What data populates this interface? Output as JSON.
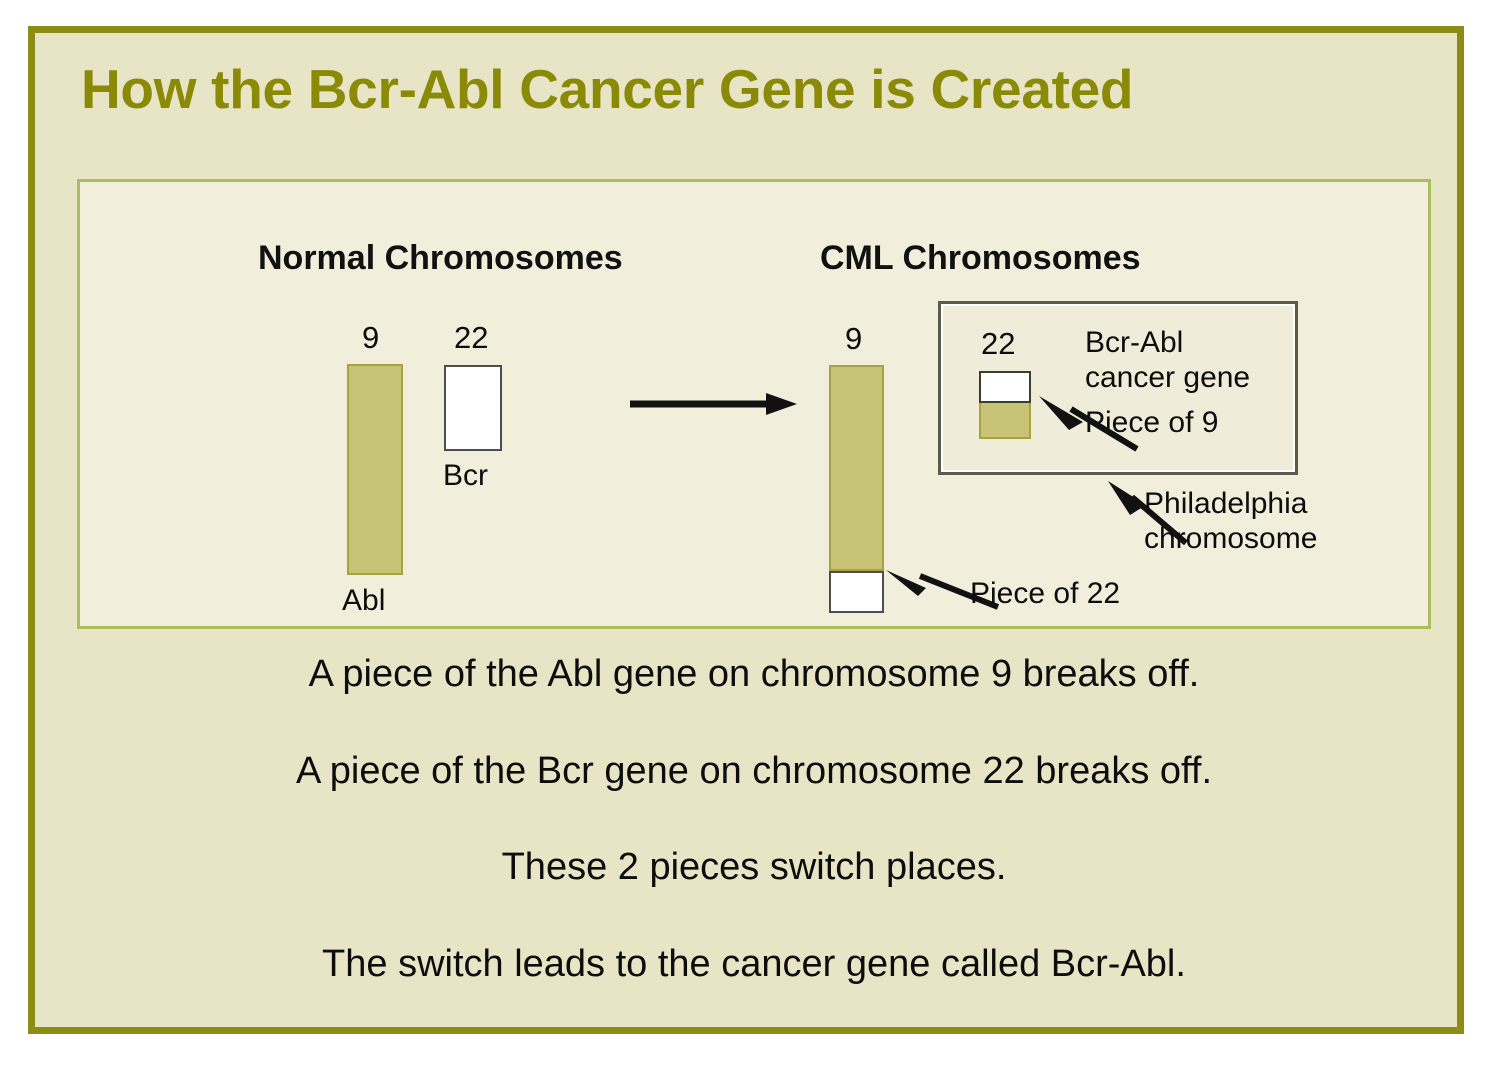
{
  "poster": {
    "title": "How the Bcr-Abl Cancer Gene is Created",
    "title_color": "#8a8a06",
    "background_color": "#e8e5c6",
    "border_color": "#8d8d15",
    "panel_background": "#f1efdb",
    "panel_border_color": "#a9be5d",
    "chromosome_olive_color": "#c7c478",
    "chromosome_white_color": "#ffffff"
  },
  "diagram": {
    "normal": {
      "heading": "Normal Chromosomes",
      "chromosome_9_number": "9",
      "chromosome_9_gene": "Abl",
      "chromosome_22_number": "22",
      "chromosome_22_gene": "Bcr"
    },
    "transition": {
      "arrow": "right-arrow"
    },
    "cml": {
      "heading": "CML Chromosomes",
      "chromosome_9_number": "9",
      "piece_of_22_label": "Piece of 22",
      "philadelphia": {
        "chromosome_22_number": "22",
        "bcr_abl_label": "Bcr-Abl\ncancer gene",
        "bcr_abl_line1": "Bcr-Abl",
        "bcr_abl_line2": "cancer gene",
        "piece_of_9_label": "Piece of 9",
        "callout_line1": "Philadelphia",
        "callout_line2": "chromosome"
      }
    }
  },
  "captions": [
    "A piece of the Abl gene on chromosome 9 breaks off.",
    "A piece of the Bcr gene on chromosome 22 breaks off.",
    "These 2 pieces switch places.",
    "The switch leads to the cancer gene called Bcr-Abl."
  ]
}
